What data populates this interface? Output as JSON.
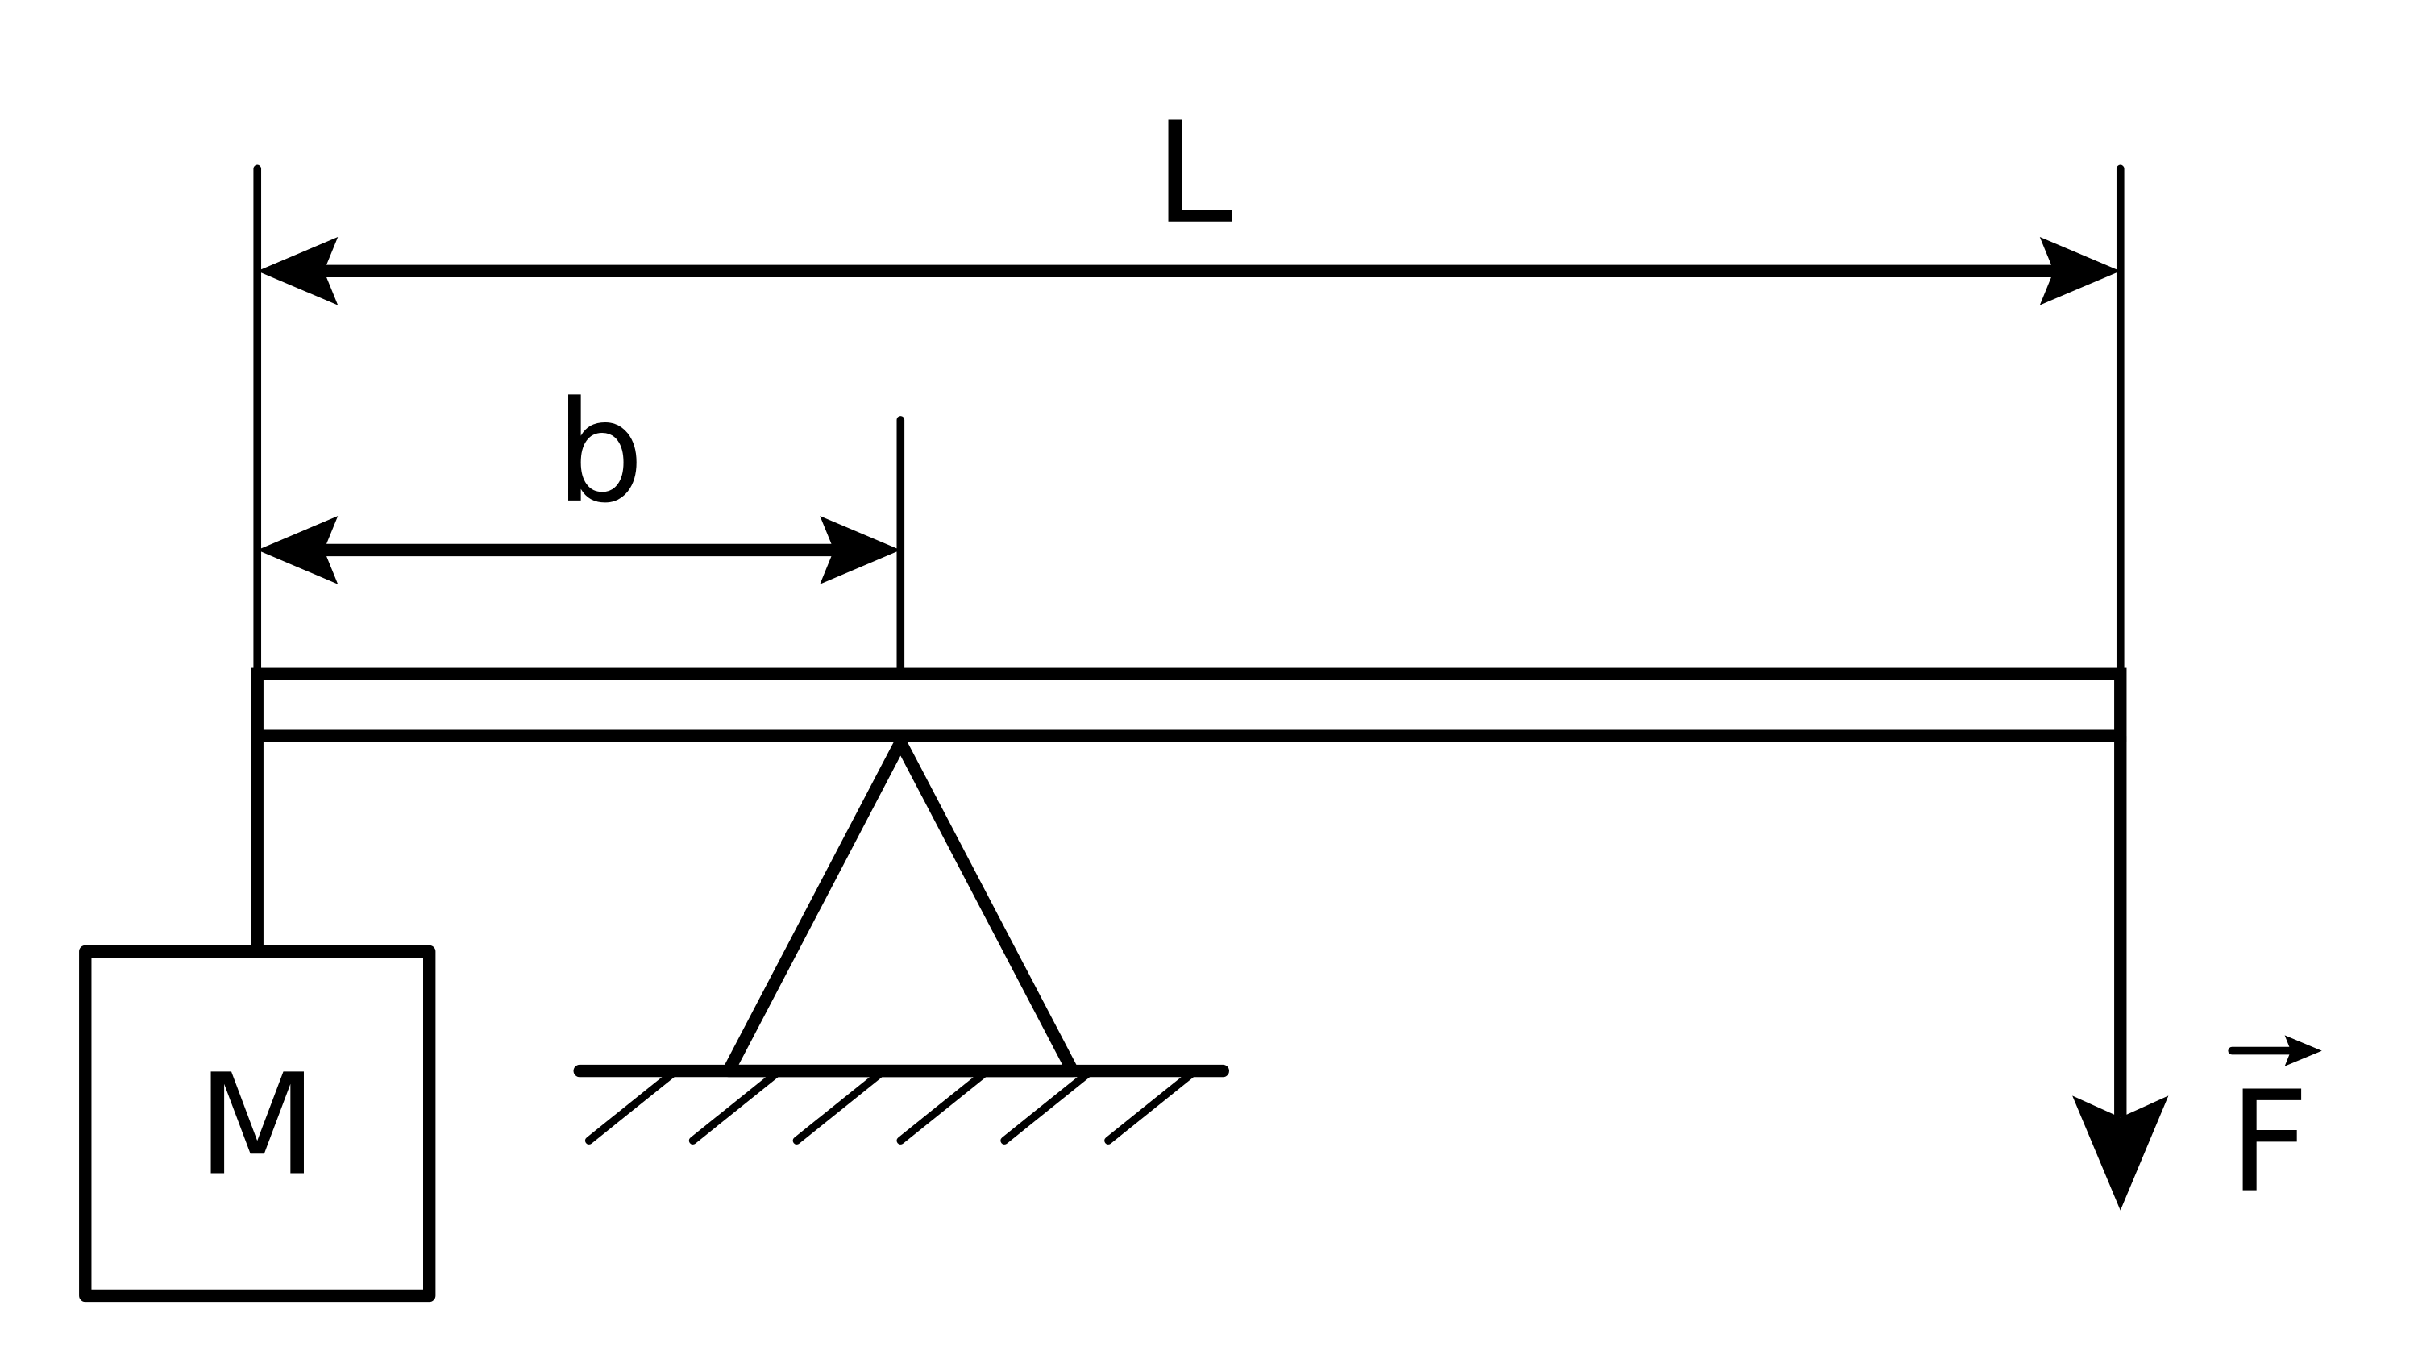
{
  "labels": {
    "length": "L",
    "offset": "b",
    "mass": "M",
    "force": "F"
  },
  "colors": {
    "stroke": "#000000",
    "background": "#ffffff"
  }
}
